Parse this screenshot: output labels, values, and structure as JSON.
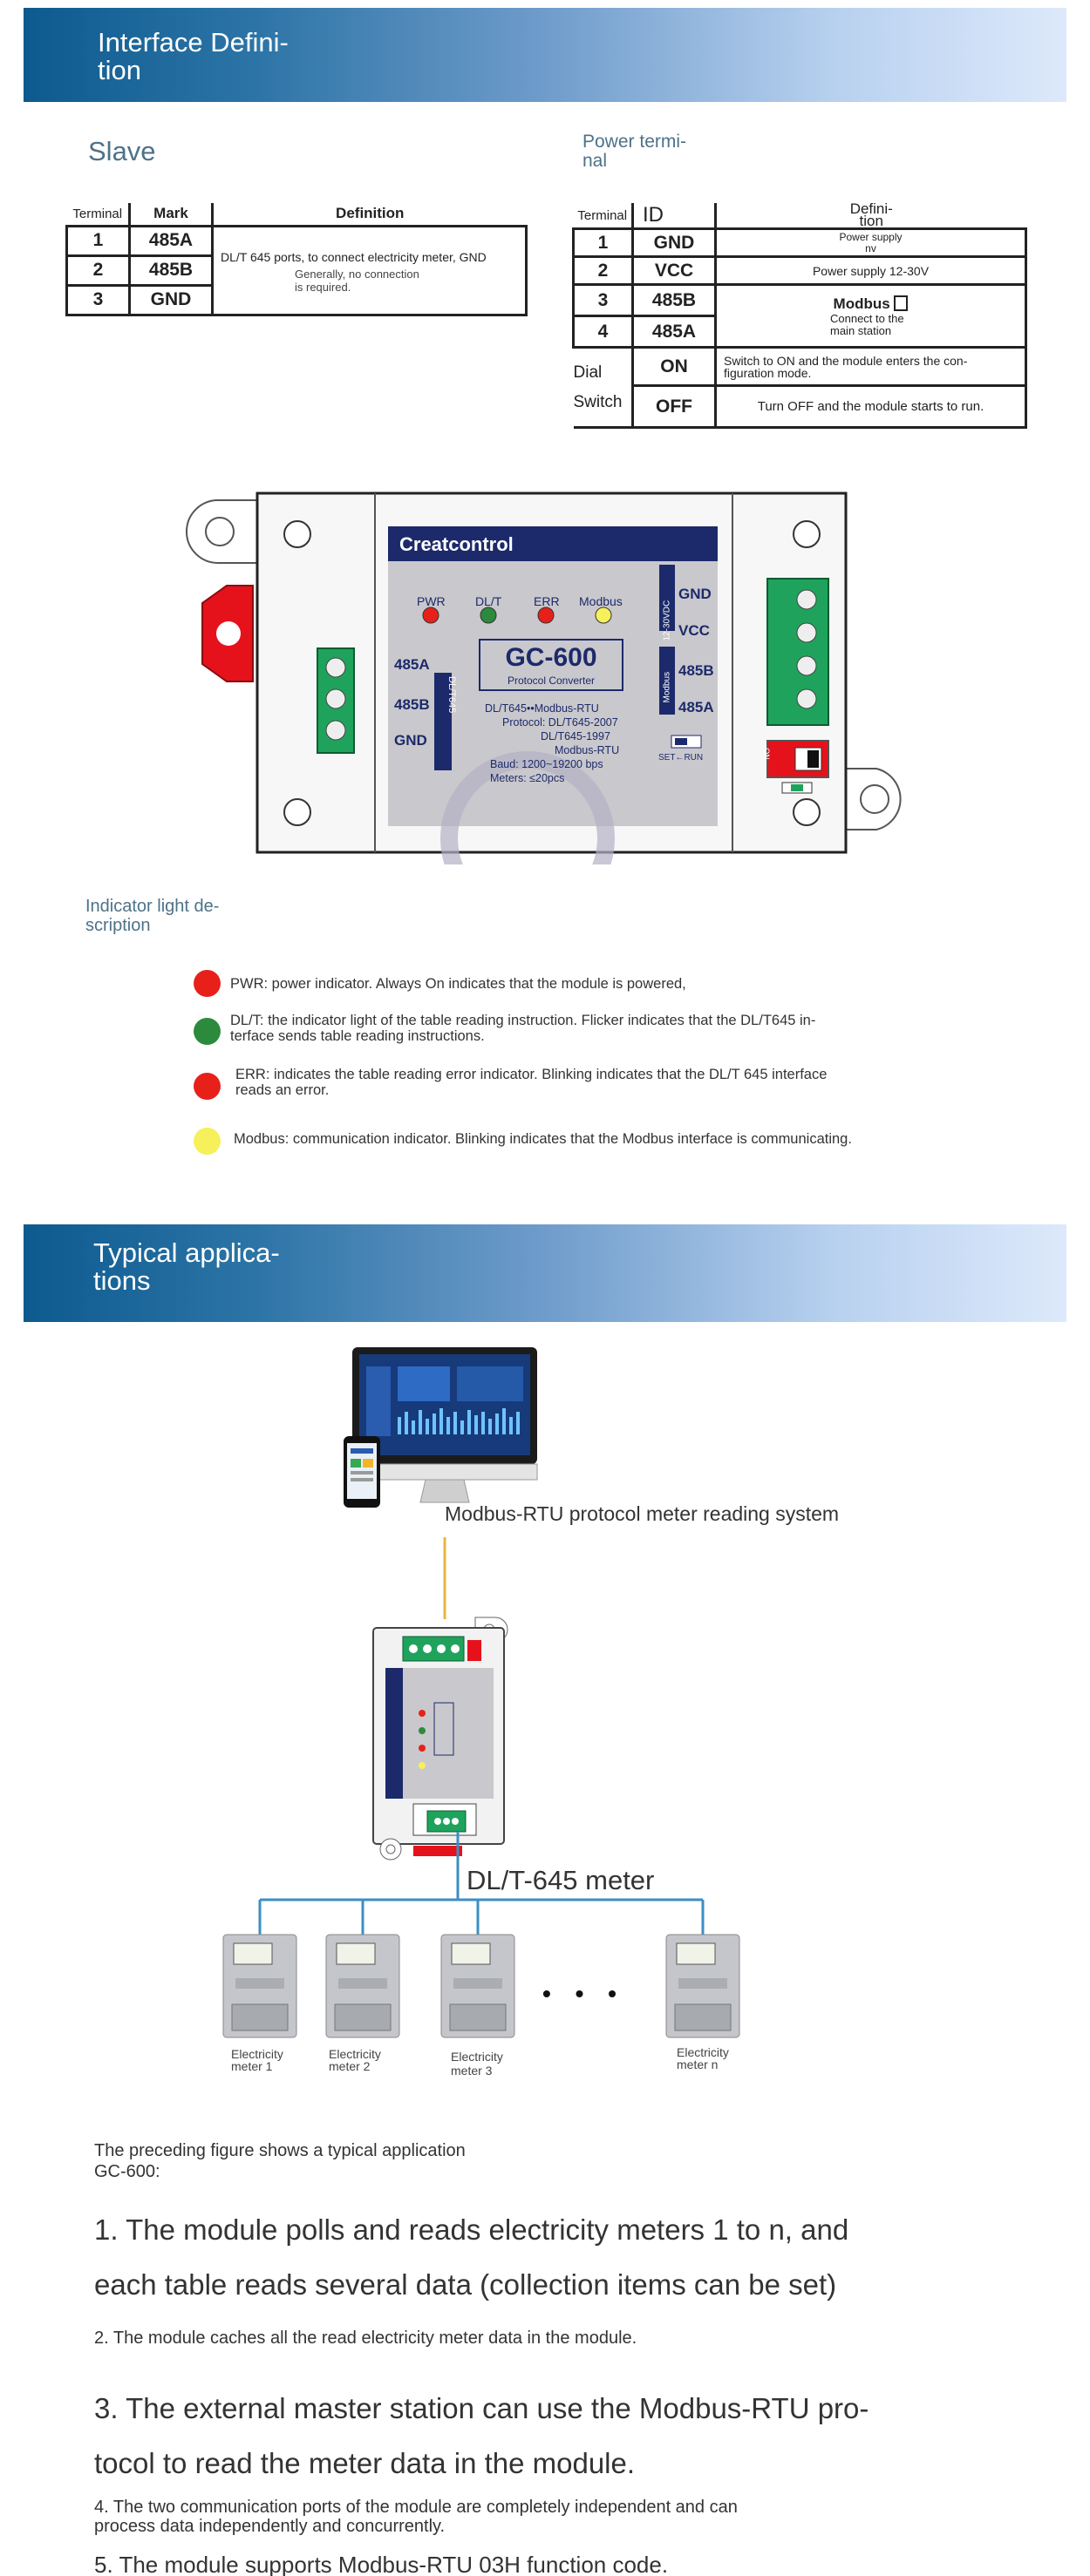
{
  "interface_header": {
    "title": "Interface Defini-\ntion"
  },
  "slave": {
    "heading": "Slave",
    "columns": [
      "Terminal",
      "Mark",
      "Definition"
    ],
    "rows": [
      {
        "terminal": "1",
        "mark": "485A"
      },
      {
        "terminal": "2",
        "mark": "485B"
      },
      {
        "terminal": "3",
        "mark": "GND"
      }
    ],
    "definition_main": "DL/T 645 ports, to connect electricity meter, GND",
    "definition_note": "Generally, no connection\nis required."
  },
  "power": {
    "heading": "Power termi-\nnal",
    "columns": [
      "Terminal",
      "ID",
      "Defini-\ntion"
    ],
    "rows": [
      {
        "terminal": "1",
        "id": "GND",
        "definition": "Power supply\n nv"
      },
      {
        "terminal": "2",
        "id": "VCC",
        "definition": "Power supply 12-30V"
      },
      {
        "terminal": "3",
        "id": "485B",
        "definition": "Modbus"
      },
      {
        "terminal": "4",
        "id": "485A",
        "definition": "Connect to the\nmain station"
      }
    ],
    "dial_label": "Dial",
    "switch_label": "Switch",
    "on_id": "ON",
    "on_def": "Switch to ON and the module enters the con-\nfiguration mode.",
    "off_id": "OFF",
    "off_def": "Turn OFF and the module starts to run."
  },
  "device": {
    "brand": "Creatcontrol",
    "leds": [
      "PWR",
      "DL/T",
      "ERR",
      "Modbus"
    ],
    "model": "GC-600",
    "subtitle": "Protocol Converter",
    "left_terms": [
      "485A",
      "485B",
      "GND"
    ],
    "left_vertical": "DL/T645",
    "right_terms": [
      "GND",
      "VCC",
      "485B",
      "485A"
    ],
    "right_vert_power": "12-30VDC",
    "right_vert_modbus": "Modbus",
    "specs": [
      "DL/T645••Modbus-RTU",
      "Protocol: DL/T645-2007",
      "DL/T645-1997",
      "Modbus-RTU",
      "Baud: 1200~19200 bps",
      "Meters: ≤20pcs"
    ],
    "set_run": "SET←RUN",
    "on_label": "ON"
  },
  "indicator": {
    "heading": "Indicator light de-\nscription",
    "items": [
      {
        "color": "#e8201a",
        "text": "PWR: power indicator. Always On indicates that the module is powered,"
      },
      {
        "color": "#2c8a3c",
        "text": "DL/T: the indicator light of the table reading instruction. Flicker indicates that the DL/T645 in-\nterface sends table reading instructions."
      },
      {
        "color": "#e8201a",
        "text": "ERR: indicates the table reading error indicator. Blinking indicates that the DL/T 645 interface\nreads an error."
      },
      {
        "color": "#f6f05a",
        "text": "Modbus: communication indicator. Blinking indicates that the Modbus interface is communicating."
      }
    ]
  },
  "apps_header": {
    "title": "Typical applica-\ntions"
  },
  "diagram": {
    "system_label": "Modbus-RTU protocol meter reading system",
    "meter_label": "DL/T-645 meter",
    "meters": [
      "Electricity\nmeter 1",
      "Electricity\nmeter 2",
      "Electricity\nmeter 3",
      "Electricity\nmeter n"
    ],
    "ellipsis": "• • •"
  },
  "description": {
    "intro": "The preceding figure shows a typical application\nGC-600:",
    "p1": "1. The module polls and reads electricity meters 1 to n, and\neach table reads several data (collection items can be set)",
    "p2": "2. The module caches all the read electricity meter data in the module.",
    "p3": "3. The external master station can use the Modbus-RTU pro-\ntocol to read the meter data in the module.",
    "p4": "4. The two communication ports of the module are completely independent and can\nprocess data independently and concurrently.",
    "p5": "5. The module supports Modbus-RTU 03H function code."
  }
}
